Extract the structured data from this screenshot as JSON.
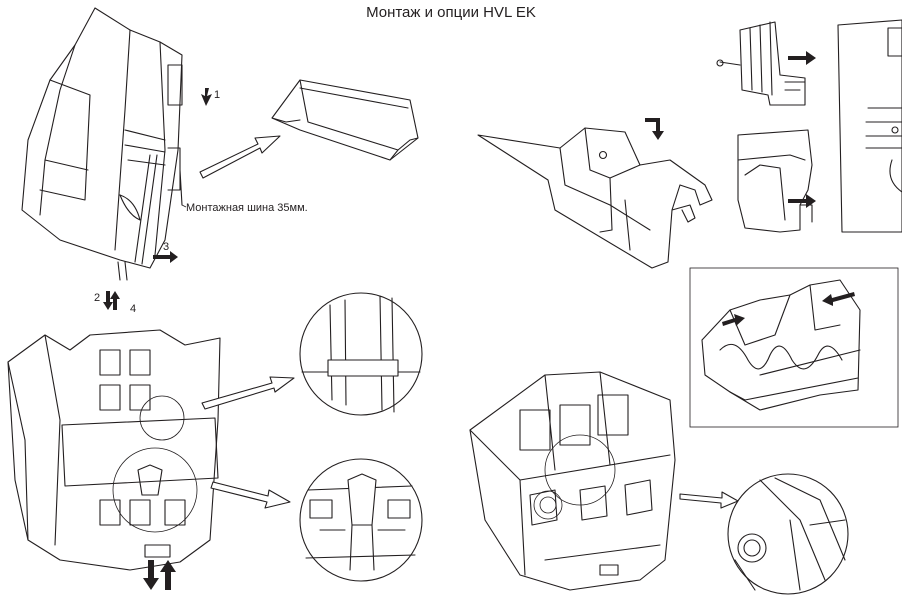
{
  "title": "Монтаж и опции HVL EK",
  "labels": {
    "rail_label": "Монтажная шина 35мм.",
    "step_1": "1",
    "step_2": "2",
    "step_3": "3",
    "step_4": "4"
  },
  "colors": {
    "line": "#231f20",
    "background": "#ffffff"
  }
}
